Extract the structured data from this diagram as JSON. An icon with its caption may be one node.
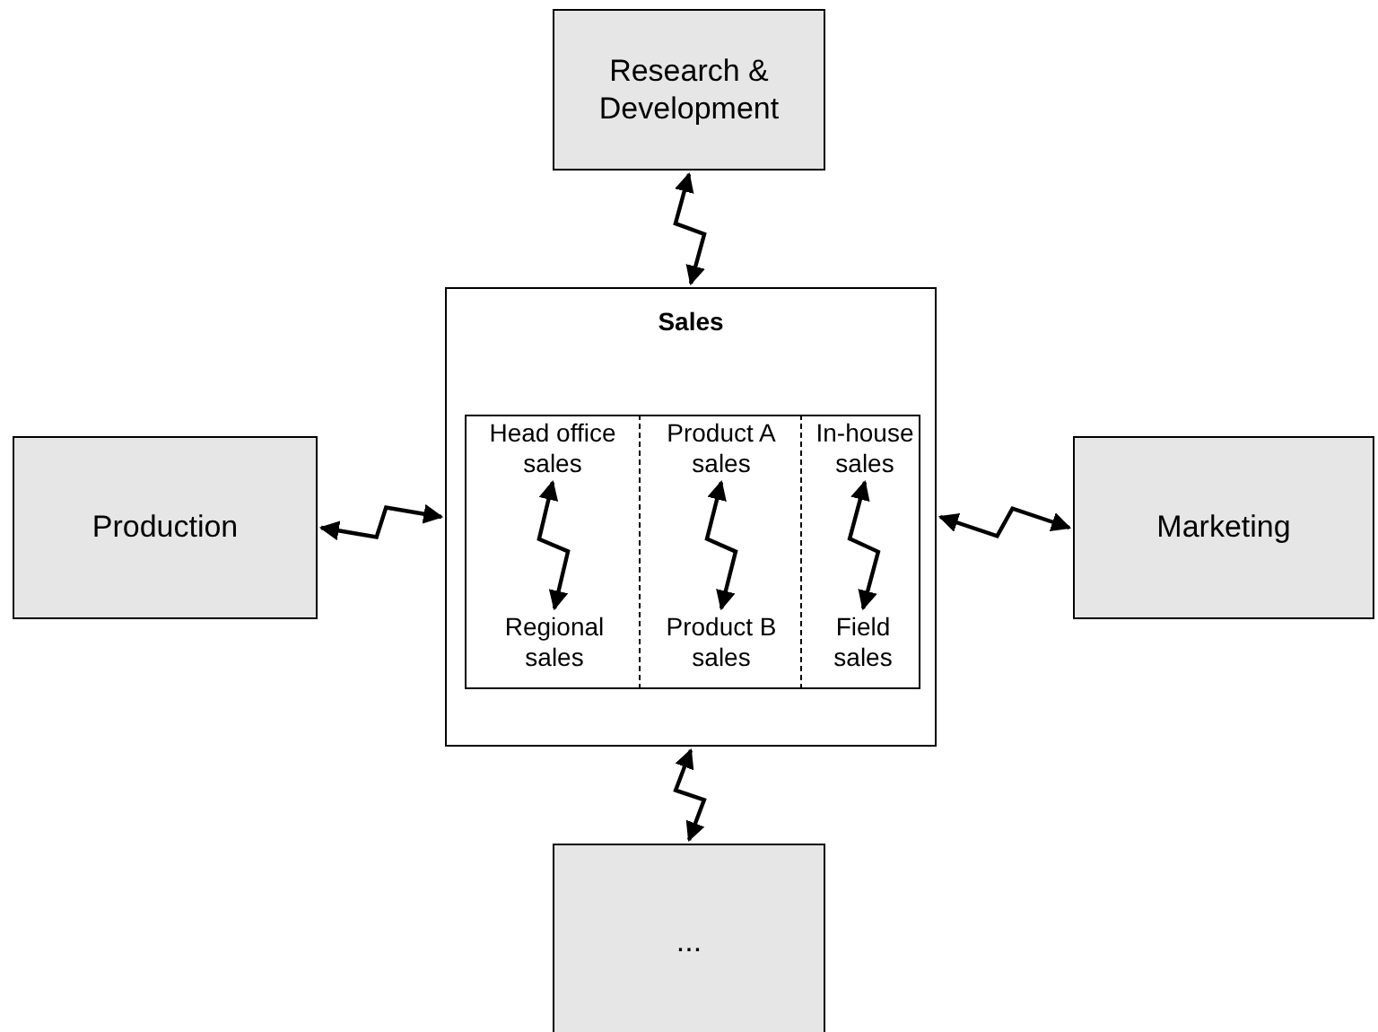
{
  "diagram": {
    "nodes": [
      {
        "text": [
          "Research & Development"
        ]
      },
      {
        "text": [
          "Production"
        ]
      },
      {
        "text": [
          "Sales"
        ]
      },
      {
        "text": [
          "Head office sales"
        ],
        "in": 2
      },
      {
        "text": [
          "Product A sales"
        ],
        "in": 2
      },
      {
        "text": [
          "In-house sales"
        ],
        "in": 2
      },
      {
        "text": [
          "Regional sales"
        ],
        "in": 2
      },
      {
        "text": [
          "Product B sales"
        ],
        "in": 2
      },
      {
        "text": [
          "Field sales"
        ],
        "in": 2
      },
      {
        "text": [
          "Marketing"
        ]
      },
      {
        "text": [
          "..."
        ]
      }
    ],
    "edges": [
      {
        "from": 0,
        "to": 2,
        "arrow": "both"
      },
      {
        "from": 1,
        "to": 2,
        "arrow": "both"
      },
      {
        "from": 2,
        "to": 9,
        "arrow": "both"
      },
      {
        "from": 2,
        "to": 10,
        "arrow": "both"
      },
      {
        "from": 3,
        "to": 6,
        "arrow": "both"
      },
      {
        "from": 4,
        "to": 7,
        "arrow": "both"
      },
      {
        "from": 5,
        "to": 8,
        "arrow": "both"
      }
    ]
  }
}
